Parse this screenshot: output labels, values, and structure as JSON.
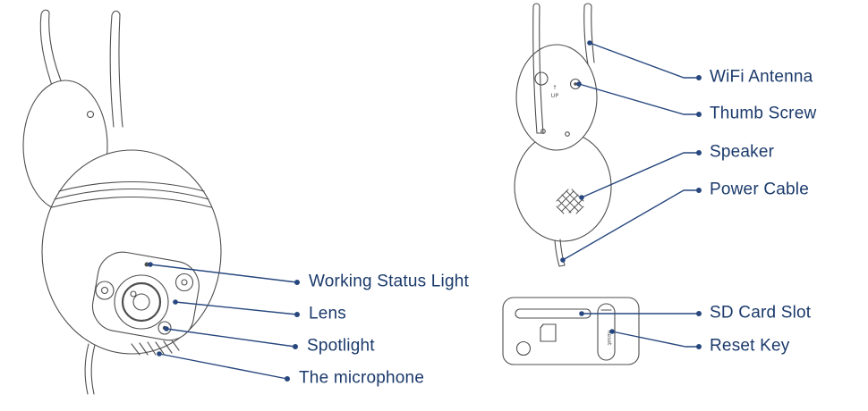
{
  "colors": {
    "label_text": "#1b3a6b",
    "leader_line": "#27477e",
    "sketch_line": "#4f4f4f"
  },
  "front_view": {
    "labels": {
      "working_status_light": "Working Status Light",
      "lens": "Lens",
      "spotlight": "Spotlight",
      "microphone": "The microphone"
    }
  },
  "back_view": {
    "labels": {
      "wifi_antenna": "WiFi Antenna",
      "thumb_screw": "Thumb Screw",
      "speaker": "Speaker",
      "power_cable": "Power Cable"
    },
    "markings": {
      "up_arrow": "↑",
      "up": "UP"
    }
  },
  "ports_view": {
    "labels": {
      "sd_card_slot": "SD Card Slot",
      "reset_key": "Reset Key"
    },
    "markings": {
      "reset": "Reset"
    }
  }
}
